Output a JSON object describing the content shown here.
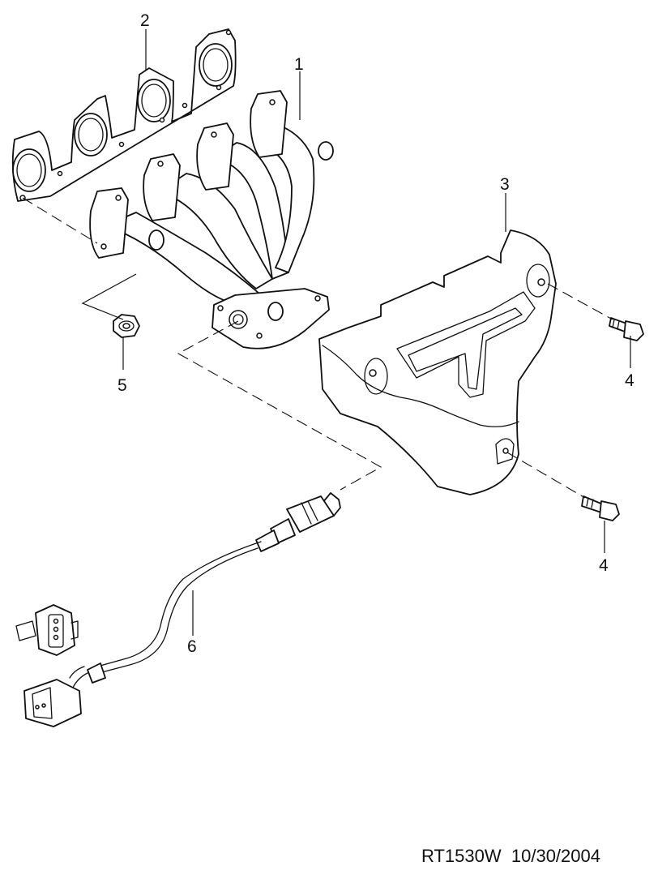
{
  "callouts": {
    "c1": "1",
    "c2": "2",
    "c3": "3",
    "c4a": "4",
    "c4b": "4",
    "c5": "5",
    "c6": "6"
  },
  "footer": {
    "ref": "RT1530W",
    "date": "10/30/2004"
  }
}
